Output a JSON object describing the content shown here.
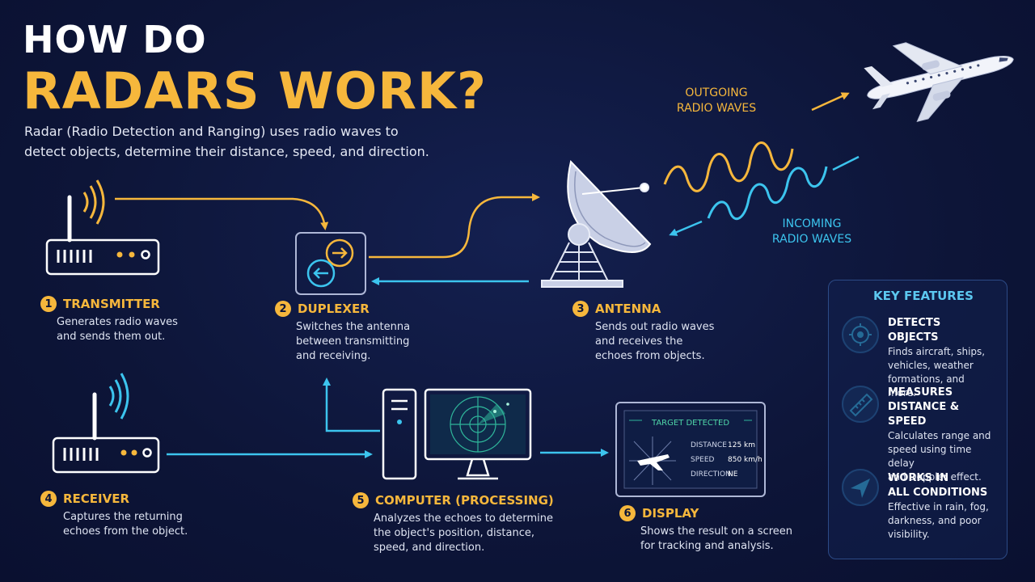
{
  "title": {
    "line1": "HOW DO",
    "line2": "RADARS WORK?"
  },
  "intro": {
    "line1": "Radar (Radio Detection and Ranging) uses radio waves to",
    "line2": "detect objects, determine their distance, speed, and direction."
  },
  "waves": {
    "outgoing": {
      "line1": "OUTGOING",
      "line2": "RADIO WAVES"
    },
    "incoming": {
      "line1": "INCOMING",
      "line2": "RADIO WAVES"
    }
  },
  "steps": [
    {
      "num": "1",
      "title": "TRANSMITTER",
      "desc": [
        "Generates radio waves",
        "and sends them out."
      ]
    },
    {
      "num": "2",
      "title": "DUPLEXER",
      "desc": [
        "Switches the antenna",
        "between transmitting",
        "and receiving."
      ]
    },
    {
      "num": "3",
      "title": "ANTENNA",
      "desc": [
        "Sends out radio waves",
        "and receives the",
        "echoes from objects."
      ]
    },
    {
      "num": "4",
      "title": "RECEIVER",
      "desc": [
        "Captures the returning",
        "echoes from the object."
      ]
    },
    {
      "num": "5",
      "title": "COMPUTER (PROCESSING)",
      "desc": [
        "Analyzes the echoes to determine",
        "the object's position, distance,",
        "speed, and direction."
      ]
    },
    {
      "num": "6",
      "title": "DISPLAY",
      "desc": [
        "Shows the result on a screen",
        "for tracking and analysis."
      ]
    }
  ],
  "screen": {
    "header": "TARGET DETECTED",
    "rows": [
      {
        "label": "DISTANCE",
        "value": "125 km"
      },
      {
        "label": "SPEED",
        "value": "850 km/h"
      },
      {
        "label": "DIRECTION",
        "value": "NE"
      }
    ]
  },
  "key_features": {
    "title": "KEY FEATURES",
    "items": [
      {
        "icon": "target-icon",
        "title": [
          "DETECTS OBJECTS"
        ],
        "desc": [
          "Finds aircraft, ships,",
          "vehicles, weather",
          "formations, and more."
        ]
      },
      {
        "icon": "ruler-icon",
        "title": [
          "MEASURES",
          "DISTANCE & SPEED"
        ],
        "desc": [
          "Calculates range and",
          "speed using time delay",
          "and Doppler effect."
        ]
      },
      {
        "icon": "navigation-arrow-icon",
        "title": [
          "WORKS IN",
          "ALL CONDITIONS"
        ],
        "desc": [
          "Effective in rain, fog,",
          "darkness, and poor",
          "visibility."
        ]
      }
    ]
  },
  "colors": {
    "accent": "#f6b73c",
    "cyan": "#3cc4ee",
    "background": "#0d1538",
    "panel_border": "#2c4a86"
  }
}
